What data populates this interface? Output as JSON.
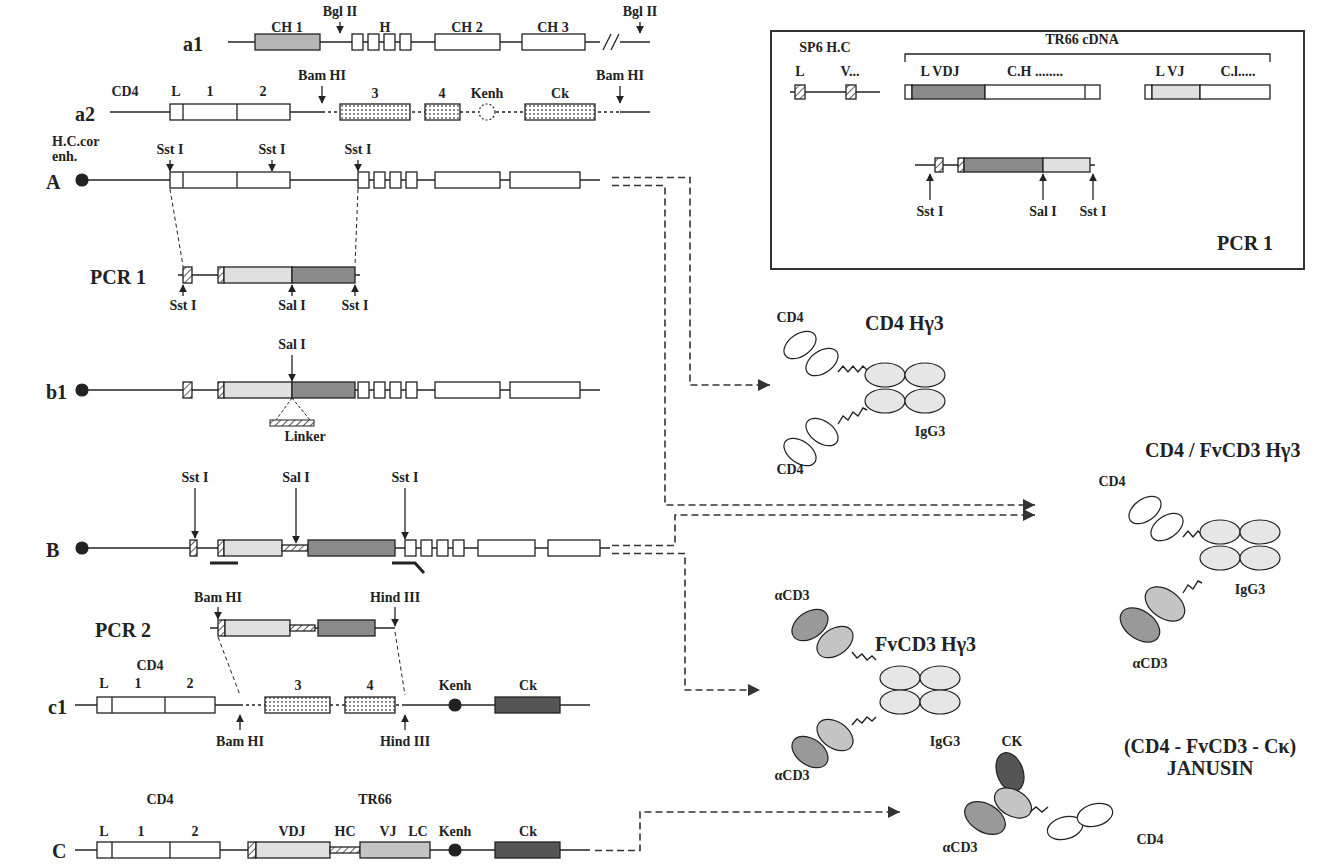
{
  "diagram": {
    "nodes": [
      {
        "text": [
          "a1"
        ]
      },
      {
        "text": [
          "a2"
        ]
      },
      {
        "text": [
          "A"
        ]
      },
      {
        "text": [
          "PCR 1"
        ]
      },
      {
        "text": [
          "b1"
        ]
      },
      {
        "text": [
          "B"
        ]
      },
      {
        "text": [
          "PCR 2"
        ]
      },
      {
        "text": [
          "c1"
        ]
      },
      {
        "text": [
          "C"
        ]
      },
      {
        "text": [
          "PCR 1"
        ]
      },
      {
        "text": [
          "CD4 Hγ3"
        ]
      },
      {
        "text": [
          "CD4 / FvCD3 Hγ3"
        ]
      },
      {
        "text": [
          "FvCD3 Hγ3"
        ]
      },
      {
        "text": [
          "(CD4 - FvCD3 - Cκ) JANUSIN"
        ]
      }
    ],
    "edges": [
      {
        "from": 2,
        "to": 10,
        "arrow": "to"
      },
      {
        "from": 2,
        "to": 11,
        "arrow": "to"
      },
      {
        "from": 5,
        "to": 11,
        "arrow": "to"
      },
      {
        "from": 5,
        "to": 12,
        "arrow": "to"
      },
      {
        "from": 8,
        "to": 13,
        "arrow": "to"
      }
    ],
    "labels": [
      "Bgl II",
      "Bgl II",
      "CH 1",
      "H",
      "CH 2",
      "CH 3",
      "CD4",
      "L",
      "1",
      "2",
      "Bam HI",
      "3",
      "4",
      "Kenh",
      "Ck",
      "Bam HI",
      "H.C.cor enh.",
      "Sst I",
      "Sst I",
      "Sst I",
      "Sst I",
      "Sal I",
      "Sst I",
      "Sal I",
      "Linker",
      "Sst I",
      "Sal I",
      "Sst I",
      "Bam HI",
      "Hind III",
      "CD4",
      "L",
      "1",
      "2",
      "3",
      "4",
      "Kenh",
      "Ck",
      "Bam HI",
      "Hind III",
      "CD4",
      "L",
      "1",
      "2",
      "TR66",
      "VDJ",
      "HC",
      "VJ",
      "LC",
      "Kenh",
      "Ck",
      "SP6 H.C",
      "TR66 cDNA",
      "L",
      "V...",
      "L VDJ",
      "C.H ........",
      "L VJ",
      "C.l.....",
      "Sst I",
      "Sal I",
      "Sst I",
      "CD4",
      "CD4",
      "IgG3",
      "CD4",
      "IgG3",
      "αCD3",
      "αCD3",
      "αCD3",
      "IgG3",
      "CK",
      "CD4",
      "αCD3"
    ]
  }
}
